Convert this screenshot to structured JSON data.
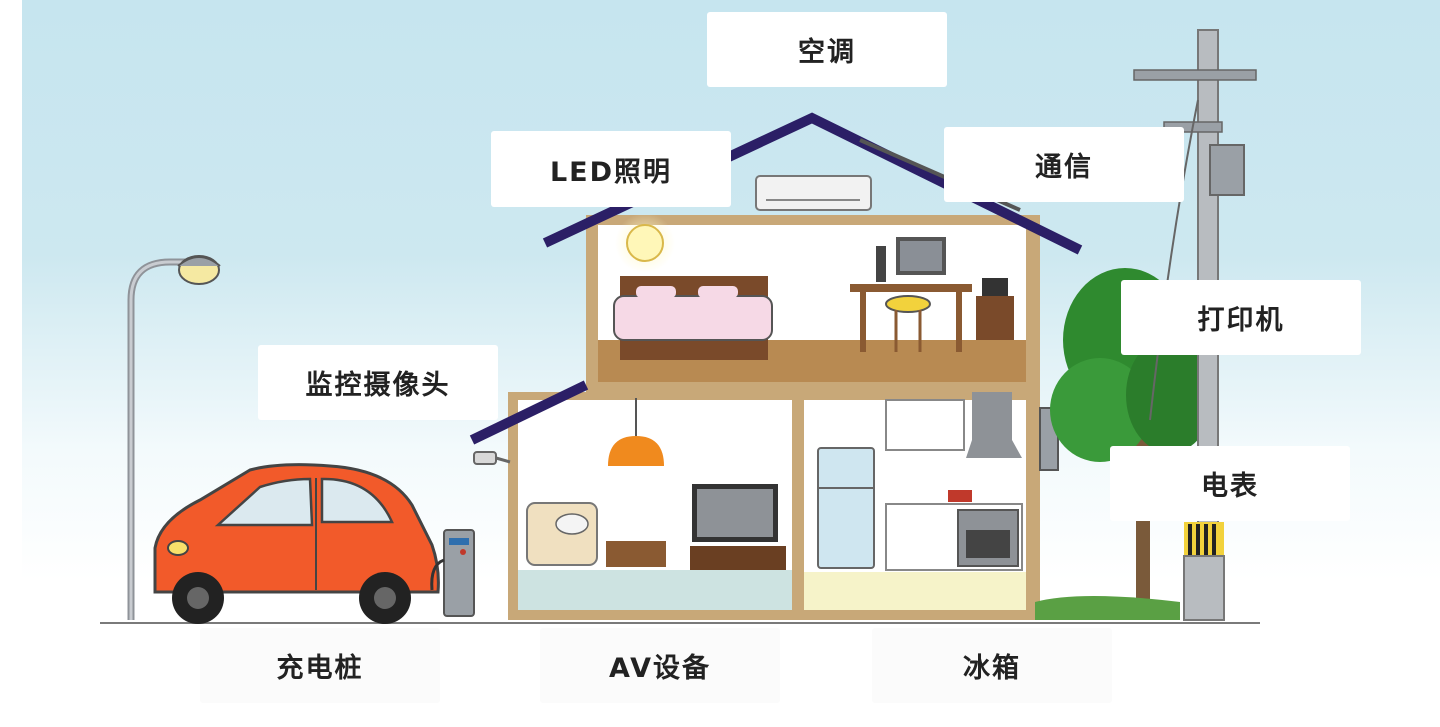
{
  "labels": {
    "aircon": "空调",
    "led": "LED照明",
    "comm": "通信",
    "printer": "打印机",
    "camera": "监控摄像头",
    "meter": "电表",
    "charger": "充电桩",
    "av": "AV设备",
    "fridge": "冰箱"
  },
  "colors": {
    "sky_top": "#c6e5ef",
    "sky_bottom": "#ffffff",
    "roof": "#2b1f66",
    "wall": "#c8a878",
    "floor": "#b88a52",
    "car": "#f25a2a",
    "tree": "#2f8a2f",
    "lamp_light": "#f2e69a"
  }
}
